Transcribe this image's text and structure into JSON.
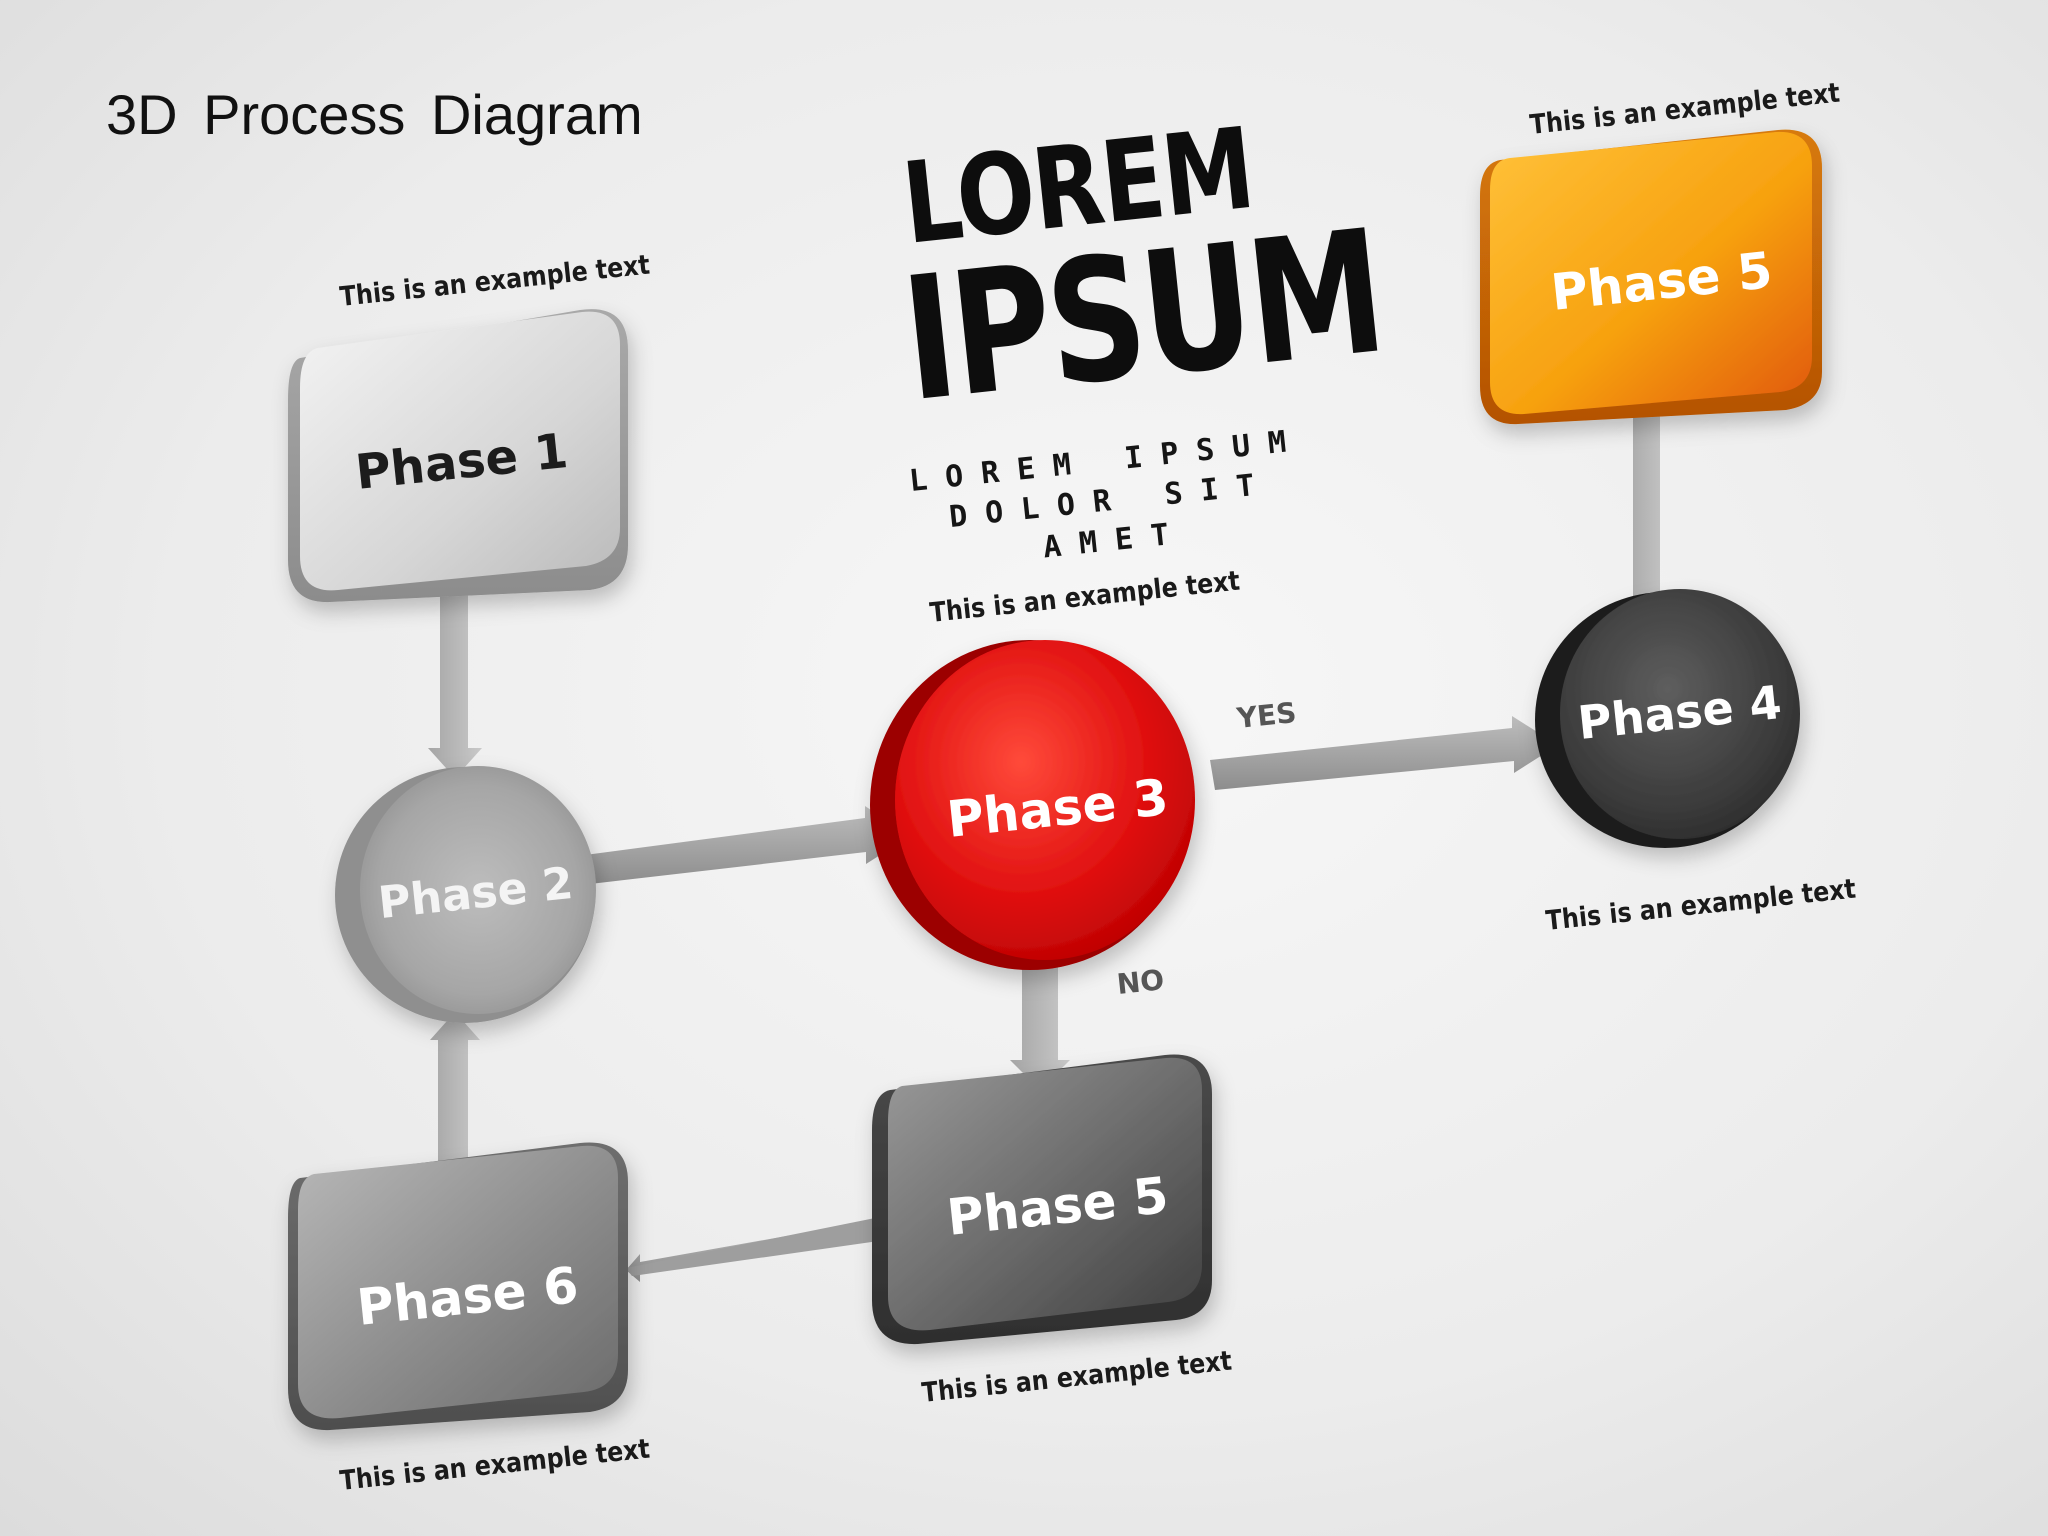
{
  "page": {
    "title": "3D  Process  Diagram"
  },
  "headline": {
    "line1": "LOREM",
    "line2": "IPSUM",
    "sub1": "LOREM IPSUM",
    "sub2": "DOLOR SIT",
    "sub3": "AMET"
  },
  "nodes": {
    "phase1": {
      "label": "Phase 1",
      "caption": "This is an example text"
    },
    "phase2": {
      "label": "Phase 2"
    },
    "phase3": {
      "label": "Phase 3",
      "caption": "This is an example text"
    },
    "phase4": {
      "label": "Phase 4",
      "caption": "This is an example text"
    },
    "phase5_top": {
      "label": "Phase 5",
      "caption": "This is an example text"
    },
    "phase5_bottom": {
      "label": "Phase 5",
      "caption": "This is an example text"
    },
    "phase6": {
      "label": "Phase 6",
      "caption": "This is an example text"
    }
  },
  "branches": {
    "yes": "YES",
    "no": "NO"
  },
  "colors": {
    "phase3": "#e01010",
    "phase5_top": "#f7a10f",
    "phase4": "#3a3a3a",
    "light_gray": "#c9c9c9",
    "mid_gray": "#8a8a8a",
    "dark_gray": "#5c5c5c"
  }
}
